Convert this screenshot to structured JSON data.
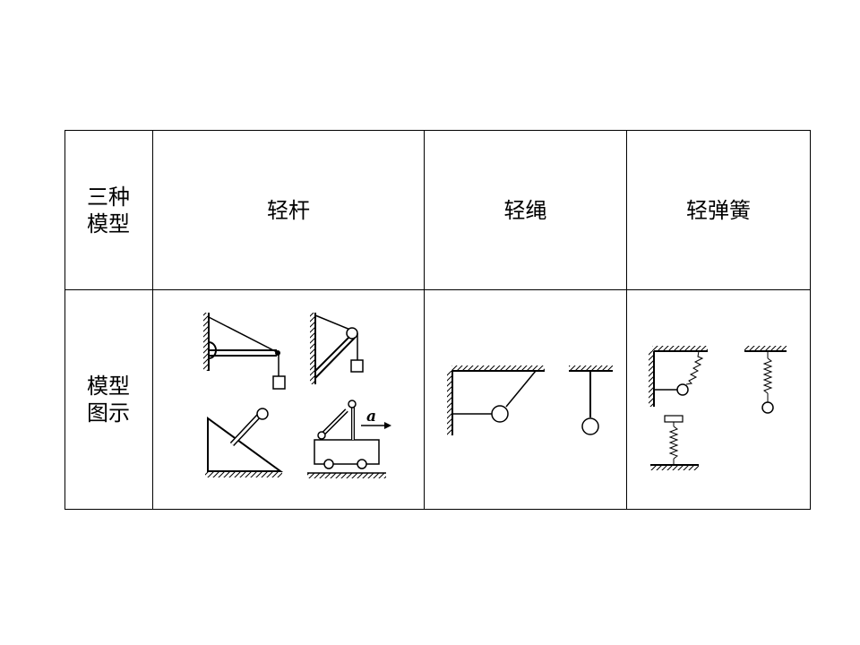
{
  "table": {
    "header_row": {
      "corner": [
        "三种",
        "模型"
      ],
      "columns": [
        "轻杆",
        "轻绳",
        "轻弹簧"
      ]
    },
    "figure_row": {
      "label": [
        "模型",
        "图示"
      ],
      "accel_label": "a"
    }
  }
}
